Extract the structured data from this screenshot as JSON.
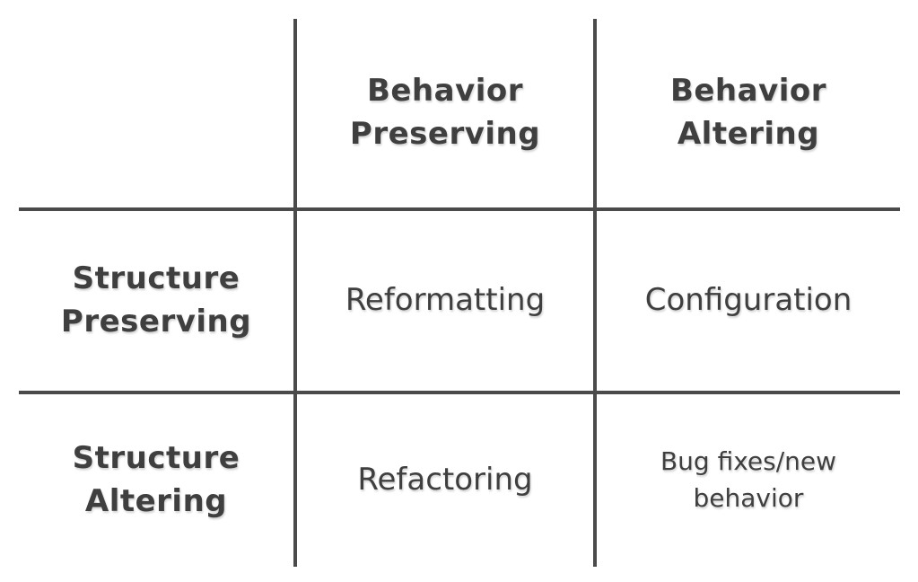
{
  "matrix": {
    "corner": "",
    "columns": [
      {
        "header": "Behavior\nPreserving"
      },
      {
        "header": "Behavior\nAltering"
      }
    ],
    "rows": [
      {
        "header": "Structure\nPreserving",
        "cells": [
          "Reformatting",
          "Configuration"
        ]
      },
      {
        "header": "Structure\nAltering",
        "cells": [
          "Refactoring",
          "Bug fixes/new\nbehavior"
        ]
      }
    ],
    "colors": {
      "text": "#3f3f3f",
      "line": "#4a4a4a",
      "background": "#ffffff"
    }
  }
}
